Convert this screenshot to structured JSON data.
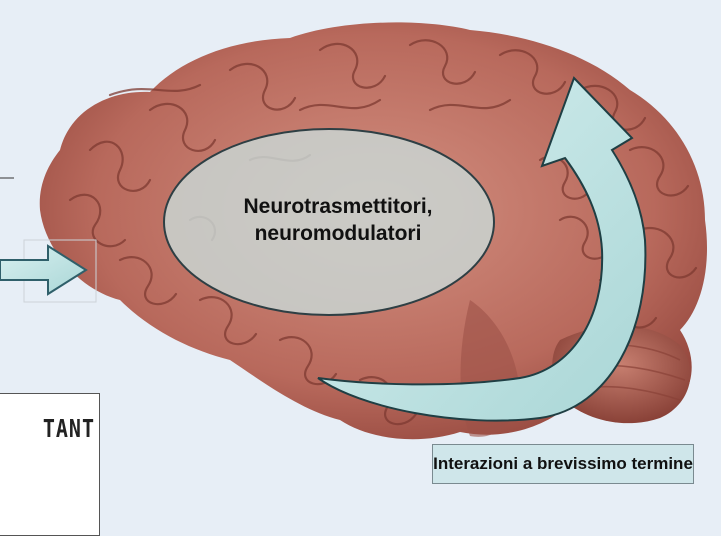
{
  "diagram": {
    "ellipse_text": [
      "Neurotrasmettitori,",
      "neuromodulatori"
    ],
    "box_text": "Interazioni a brevissimo termine",
    "corner_text": "TANT"
  },
  "colors": {
    "arrow_fill": "#bfe3e3",
    "ellipse_fill": "#c9d8d5",
    "box_fill": "#cfe6ea",
    "brain": "#c57f70"
  }
}
